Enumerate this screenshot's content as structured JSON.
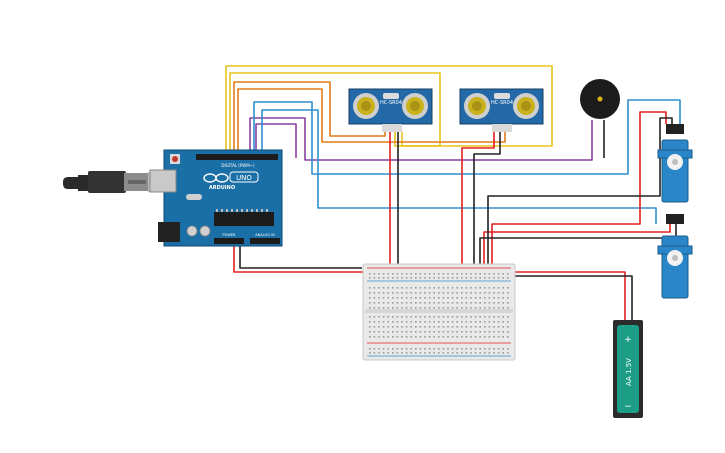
{
  "arduino": {
    "brand": "ARDUINO",
    "model": "UNO",
    "header_text": "DIGITAL (PWM~)",
    "power_text": "POWER",
    "analog_text": "ANALOG IN"
  },
  "sensors": [
    {
      "label": "HC-SR04"
    },
    {
      "label": "HC-SR04"
    }
  ],
  "battery": {
    "label": "AA 1.5V",
    "plus": "+",
    "minus": "−"
  },
  "colors": {
    "background": "#ffffff",
    "board": "#1a6fa6",
    "sensor": "#2469a7",
    "servo": "#2a86c8",
    "battery": "#1b9e85",
    "buzzer": "#1c1c1c",
    "breadboard": "#e9e9e9",
    "wire_yellow": "#e8c318",
    "wire_orange": "#e07c16",
    "wire_purple": "#8a3fa0",
    "wire_blue": "#2f8fd0",
    "wire_red": "#e02020",
    "wire_black": "#222222"
  },
  "icons": [
    "usb-plug-icon",
    "buzzer-icon",
    "servo-icon",
    "battery-icon"
  ]
}
